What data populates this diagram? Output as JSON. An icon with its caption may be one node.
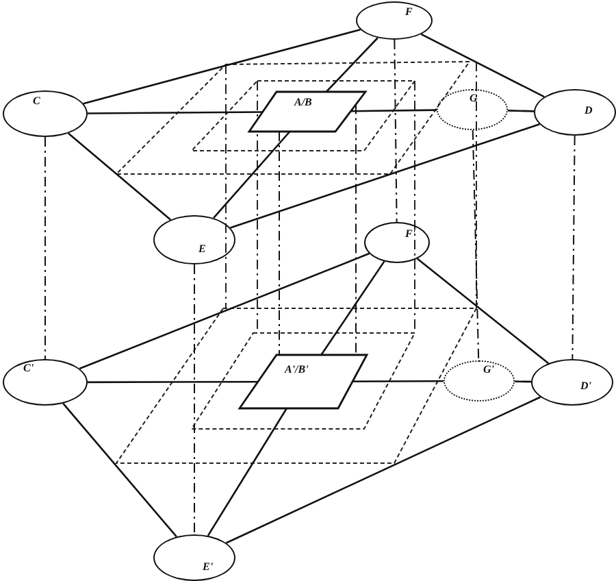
{
  "diagram": {
    "nodes": [
      {
        "text": [
          "C"
        ]
      },
      {
        "text": [
          "F"
        ]
      },
      {
        "text": [
          "D"
        ]
      },
      {
        "text": [
          "E"
        ]
      },
      {
        "text": [
          "G"
        ]
      },
      {
        "text": [
          "A/B"
        ]
      },
      {
        "text": [
          "C'"
        ]
      },
      {
        "text": [
          "F'"
        ]
      },
      {
        "text": [
          "D'"
        ]
      },
      {
        "text": [
          "E'"
        ]
      },
      {
        "text": [
          "G'"
        ]
      },
      {
        "text": [
          "A'/B'"
        ]
      }
    ],
    "edges": [
      {
        "from": 0,
        "to": 1,
        "arrow": "none"
      },
      {
        "from": 1,
        "to": 2,
        "arrow": "none"
      },
      {
        "from": 2,
        "to": 3,
        "arrow": "none"
      },
      {
        "from": 3,
        "to": 0,
        "arrow": "none"
      },
      {
        "from": 0,
        "to": 5,
        "arrow": "none"
      },
      {
        "from": 5,
        "to": 4,
        "arrow": "none"
      },
      {
        "from": 4,
        "to": 2,
        "arrow": "none"
      },
      {
        "from": 1,
        "to": 5,
        "arrow": "none"
      },
      {
        "from": 5,
        "to": 3,
        "arrow": "none"
      },
      {
        "from": 6,
        "to": 7,
        "arrow": "none"
      },
      {
        "from": 7,
        "to": 8,
        "arrow": "none"
      },
      {
        "from": 8,
        "to": 9,
        "arrow": "none"
      },
      {
        "from": 9,
        "to": 6,
        "arrow": "none"
      },
      {
        "from": 6,
        "to": 11,
        "arrow": "none"
      },
      {
        "from": 11,
        "to": 10,
        "arrow": "none"
      },
      {
        "from": 10,
        "to": 8,
        "arrow": "none"
      },
      {
        "from": 7,
        "to": 11,
        "arrow": "none"
      },
      {
        "from": 11,
        "to": 9,
        "arrow": "none"
      },
      {
        "from": 0,
        "to": 6,
        "arrow": "none",
        "style": "dashed"
      },
      {
        "from": 1,
        "to": 7,
        "arrow": "none",
        "style": "dashed"
      },
      {
        "from": 2,
        "to": 8,
        "arrow": "none",
        "style": "dashed"
      },
      {
        "from": 3,
        "to": 9,
        "arrow": "none",
        "style": "dashed"
      },
      {
        "from": 4,
        "to": 10,
        "arrow": "none",
        "style": "dashed"
      },
      {
        "from": 5,
        "to": 11,
        "arrow": "none",
        "style": "dashed"
      },
      {
        "from": 5,
        "to": 11,
        "arrow": "none",
        "style": "dashed"
      }
    ]
  }
}
